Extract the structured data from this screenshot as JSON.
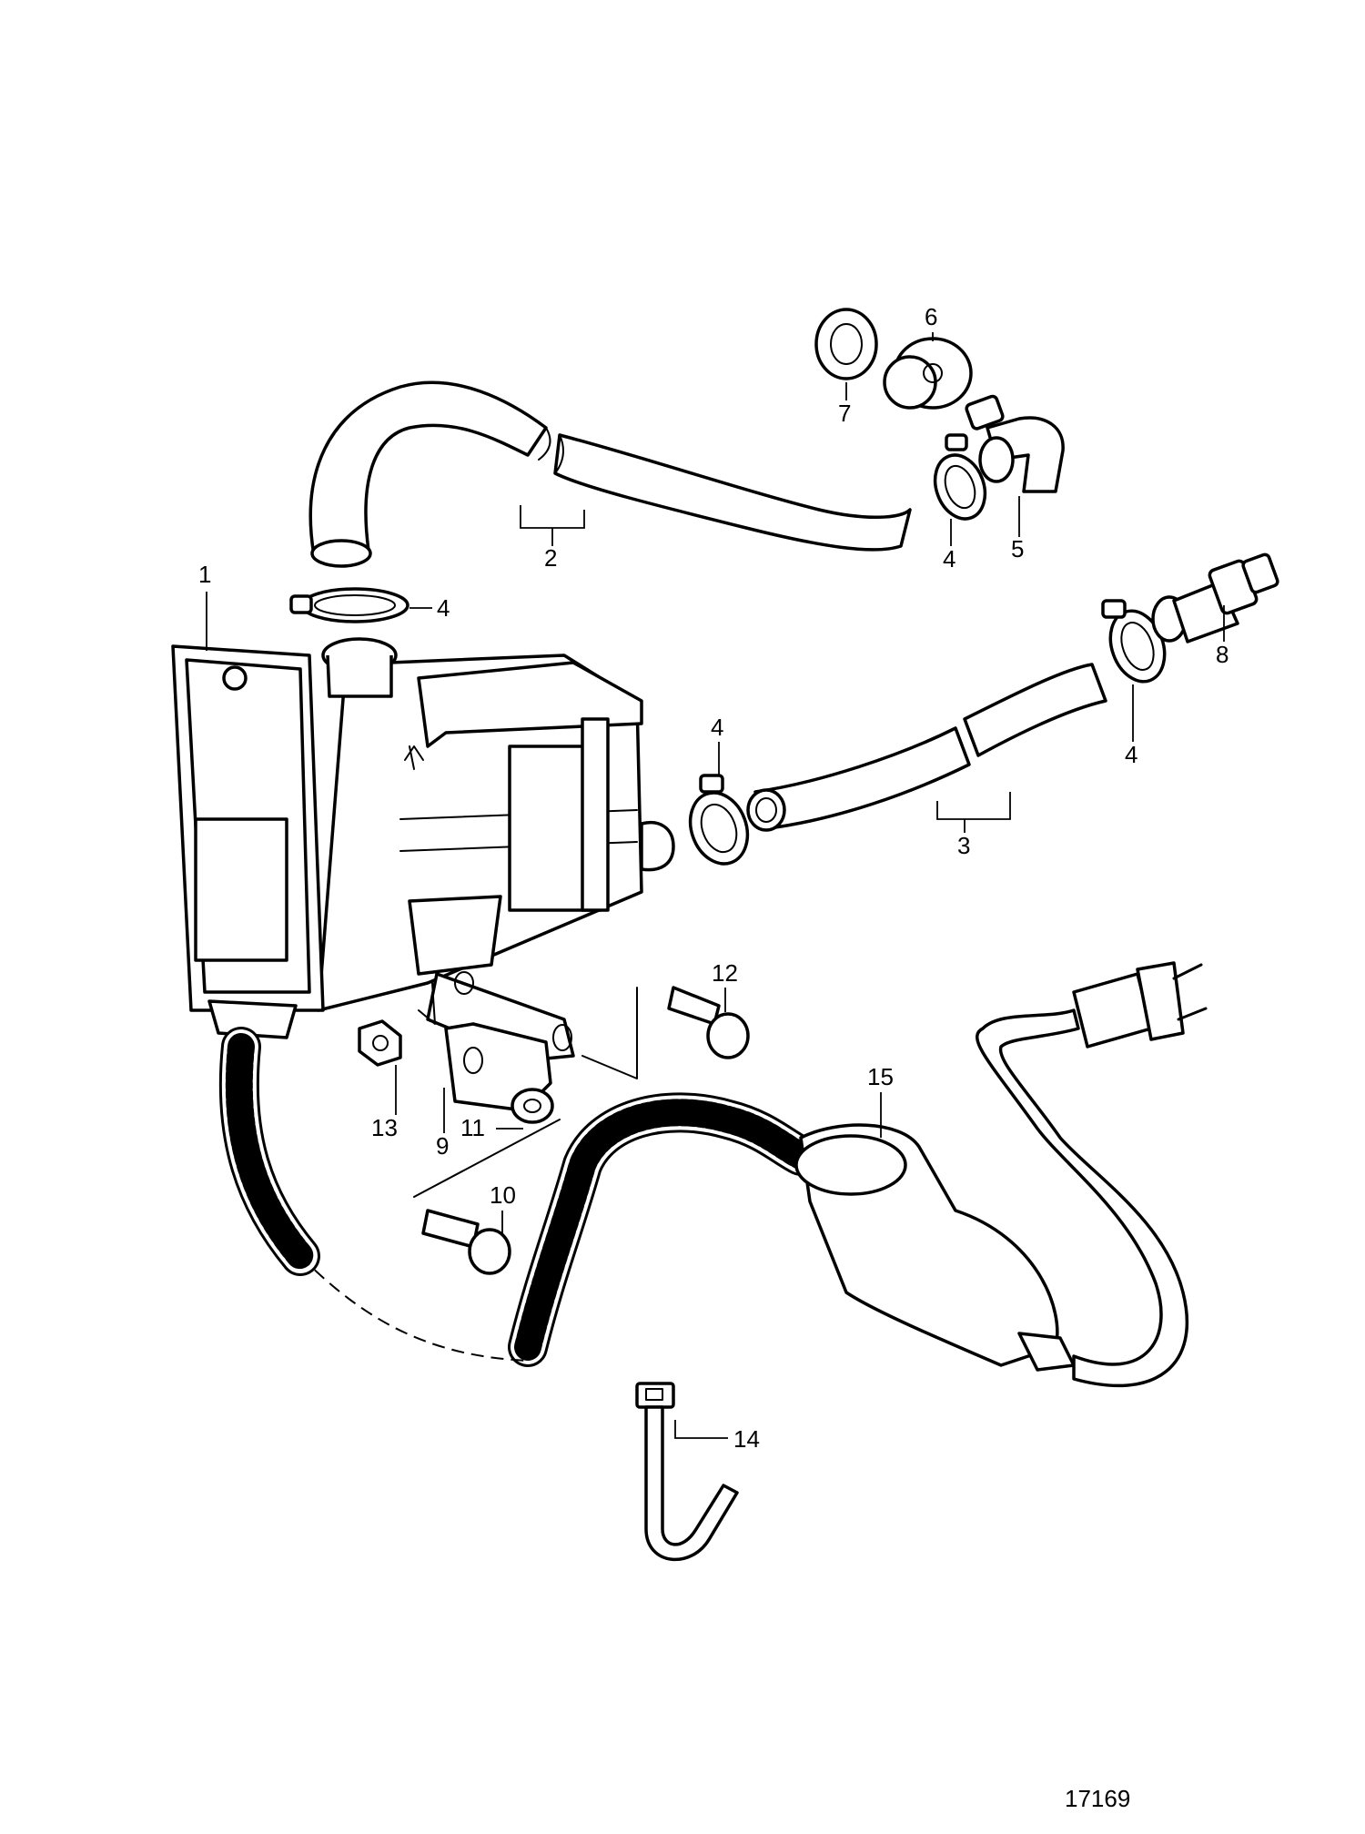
{
  "drawing_number": "17169",
  "callouts": {
    "c1": "1",
    "c2": "2",
    "c3": "3",
    "c4a": "4",
    "c4b": "4",
    "c4c": "4",
    "c4d": "4",
    "c5": "5",
    "c6": "6",
    "c7": "7",
    "c8": "8",
    "c9": "9",
    "c10": "10",
    "c11": "11",
    "c12": "12",
    "c13": "13",
    "c14": "14",
    "c15": "15"
  }
}
